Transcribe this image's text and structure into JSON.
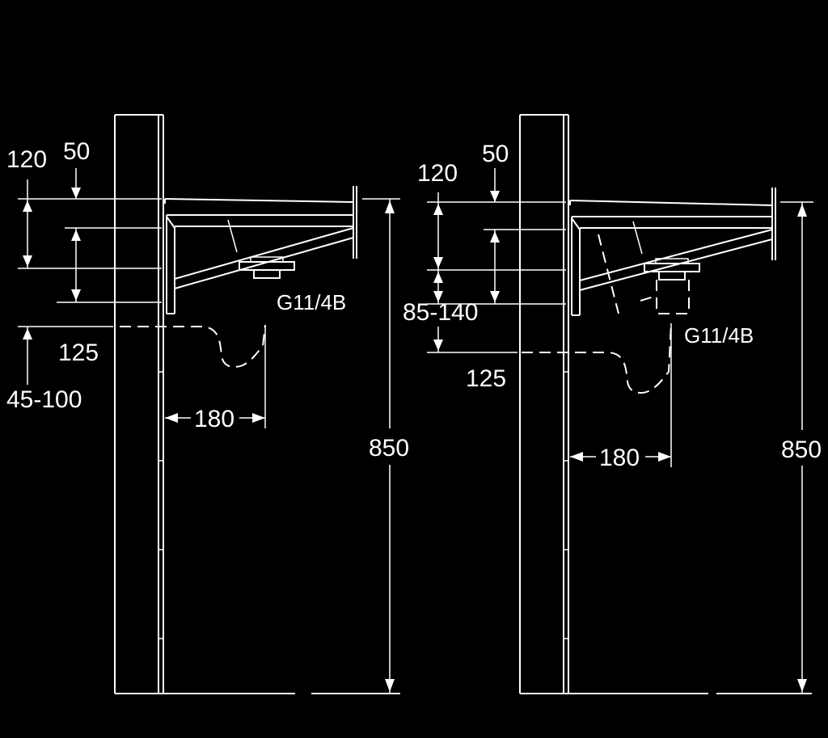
{
  "left_view": {
    "dim_top": "120",
    "dim_top2": "50",
    "dim_mid": "125",
    "dim_low": "45-100",
    "dim_horizontal": "180",
    "dim_height": "850",
    "thread": "G11/4B"
  },
  "right_view": {
    "dim_top": "120",
    "dim_top2": "50",
    "dim_mid": "85-140",
    "dim_low": "125",
    "dim_horizontal": "180",
    "dim_height": "850",
    "thread": "G11/4B"
  },
  "colors": {
    "background": "#000000",
    "line": "#ffffff"
  }
}
